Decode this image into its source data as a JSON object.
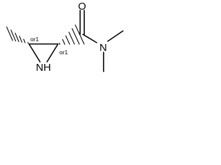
{
  "molecule": {
    "atoms": {
      "oxygen": "O",
      "amide_nitrogen": "N",
      "ring_nitrogen": "NH"
    },
    "stereo_labels": {
      "methyl_carbon": "or1",
      "amide_carbon": "or1"
    }
  }
}
